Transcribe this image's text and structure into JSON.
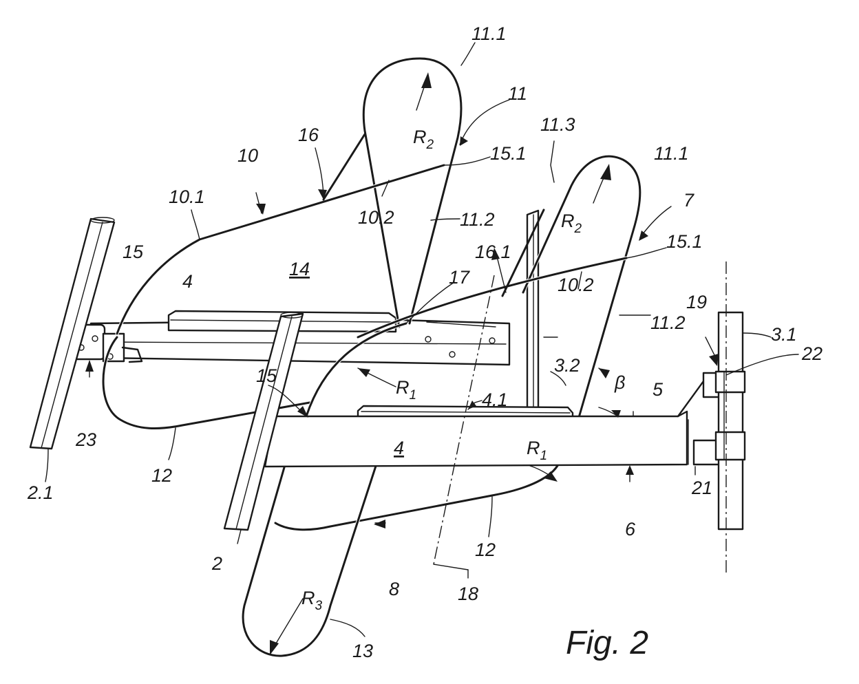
{
  "figure": {
    "caption": "Fig. 2"
  },
  "labels": {
    "l_11_1_a": "11.1",
    "l_11": "11",
    "l_R2_a": "R",
    "l_R2_a_sub": "2",
    "l_15_1_a": "15.1",
    "l_16": "16",
    "l_10": "10",
    "l_10_1": "10.1",
    "l_10_2_a": "10.2",
    "l_11_2_a": "11.2",
    "l_11_3": "11.3",
    "l_11_1_b": "11.1",
    "l_R2_b": "R",
    "l_R2_b_sub": "2",
    "l_7": "7",
    "l_15_1_b": "15.1",
    "l_15_a": "15",
    "l_14": "14",
    "l_4_a": "4",
    "l_16_1": "16.1",
    "l_17": "17",
    "l_10_2_b": "10.2",
    "l_11_2_b": "11.2",
    "l_19": "19",
    "l_3_1": "3.1",
    "l_22": "22",
    "l_3_2": "3.2",
    "l_R1_a": "R",
    "l_R1_a_sub": "1",
    "l_beta": "β",
    "l_5": "5",
    "l_15_b": "15",
    "l_4_1": "4.1",
    "l_4_b": "4",
    "l_R1_b": "R",
    "l_R1_b_sub": "1",
    "l_23": "23",
    "l_2_1": "2.1",
    "l_12_a": "12",
    "l_21": "21",
    "l_6": "6",
    "l_12_b": "12",
    "l_2": "2",
    "l_8": "8",
    "l_18": "18",
    "l_R3": "R",
    "l_R3_sub": "3",
    "l_13": "13"
  }
}
